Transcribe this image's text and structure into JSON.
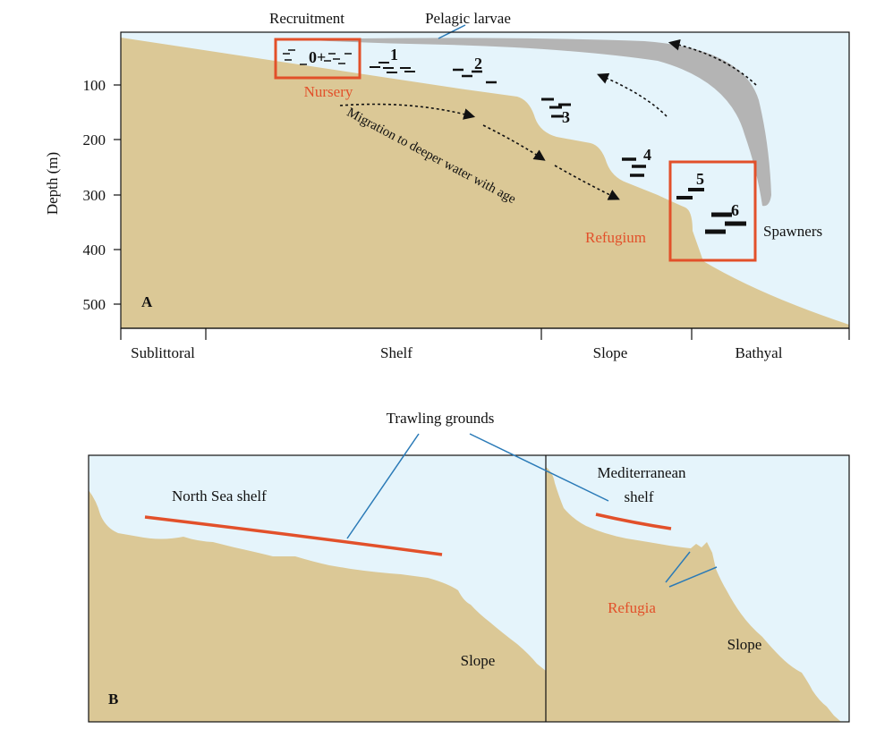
{
  "colors": {
    "water": "#e5f4fb",
    "seabed": "#dbc896",
    "larvae": "#b4b4b4",
    "highlight": "#e2502a",
    "leader": "#2a7ab7",
    "ink": "#111111"
  },
  "panel_a": {
    "letter": "A",
    "y_axis_label": "Depth (m)",
    "y_ticks": [
      "100",
      "200",
      "300",
      "400",
      "500"
    ],
    "zones": [
      "Sublittoral",
      "Shelf",
      "Slope",
      "Bathyal"
    ],
    "recruitment_label": "Recruitment",
    "pelagic_larvae_label": "Pelagic larvae",
    "nursery_label": "Nursery",
    "refugium_label": "Refugium",
    "spawners_label": "Spawners",
    "migration_label": "Migration to deeper water with age",
    "age_classes": [
      "0+",
      "1",
      "2",
      "3",
      "4",
      "5",
      "6"
    ]
  },
  "panel_b": {
    "letter": "B",
    "trawling_label": "Trawling grounds",
    "north_sea_label": "North Sea shelf",
    "mediterranean_label_line1": "Mediterranean",
    "mediterranean_label_line2": "shelf",
    "refugia_label": "Refugia",
    "slope_left_label": "Slope",
    "slope_right_label": "Slope"
  }
}
